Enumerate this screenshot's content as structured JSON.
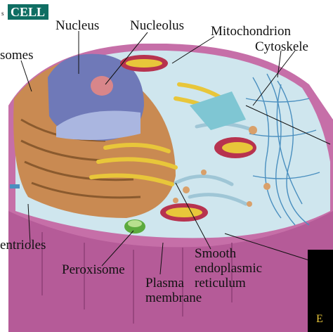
{
  "header": {
    "prefix": "s",
    "title": "CELL",
    "badge_color": "#0f6e63"
  },
  "labels": {
    "nucleus": "Nucleus",
    "nucleolus": "Nucleolus",
    "mitochondrion": "Mitochondrion",
    "cytoskeleton": "Cytoskele",
    "ribosomes": "somes",
    "centrioles": "entrioles",
    "peroxisome": "Peroxisome",
    "smooth_er_1": "Smooth",
    "smooth_er_2": "endoplasmic",
    "smooth_er_3": "reticulum",
    "plasma_1": "Plasma",
    "plasma_2": "membrane",
    "corner_fragment": "E"
  },
  "colors": {
    "membrane": "#c66fa8",
    "cytoplasm": "#cfe6ee",
    "nucleus": "#6f79b8",
    "nucleolus": "#d8868a",
    "golgi": "#e8c63a",
    "rough_er": "#c98a52",
    "mitochondria": "#b7334f",
    "cytoskeleton": "#4a8fbf",
    "peroxisome": "#5caa3e",
    "black_panel": "#000000"
  }
}
